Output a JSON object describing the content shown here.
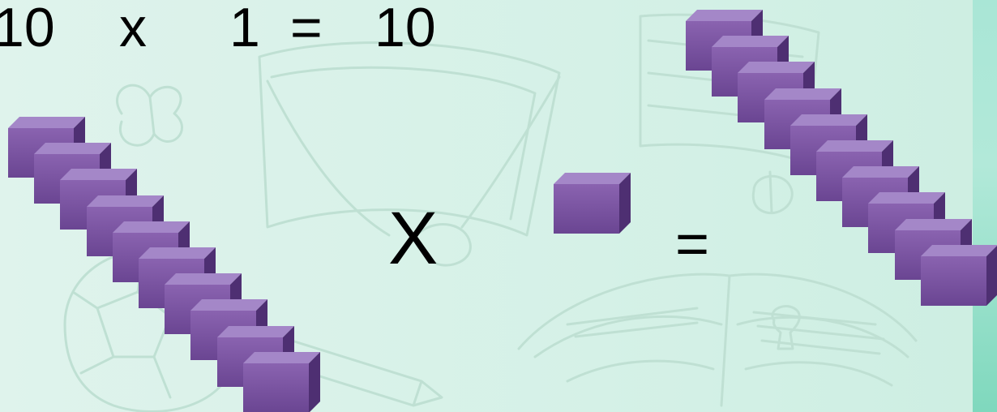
{
  "equation": {
    "left_operand": "10",
    "times": "x",
    "right_operand": "1",
    "equals": "=",
    "result": "10"
  },
  "visual": {
    "multiply_sign": "X",
    "equals_sign": "=",
    "left_group_cube_count": 10,
    "single_group_cube_count": 1,
    "result_group_cube_count": 10,
    "cube_color": "#7e5aa2"
  }
}
